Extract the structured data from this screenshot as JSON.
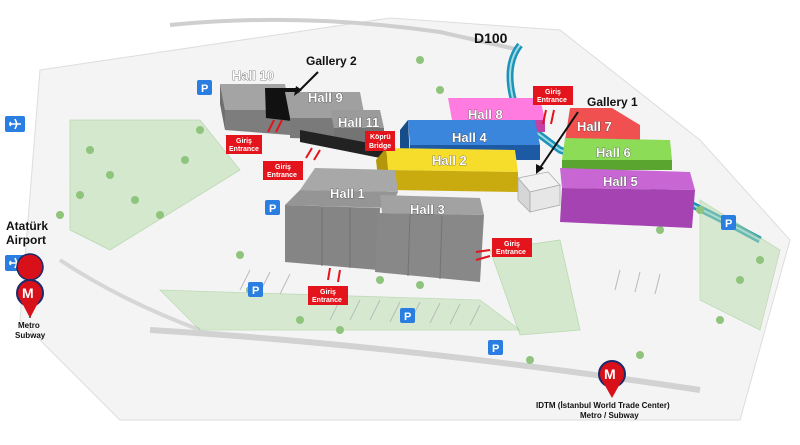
{
  "road": {
    "label": "D100"
  },
  "halls": {
    "hall1": "Hall 1",
    "hall2": "Hall 2",
    "hall3": "Hall 3",
    "hall4": "Hall 4",
    "hall5": "Hall 5",
    "hall6": "Hall 6",
    "hall7": "Hall 7",
    "hall8": "Hall 8",
    "hall9": "Hall 9",
    "hall10": "Hall 10",
    "hall11": "Hall 11"
  },
  "galleries": {
    "gallery1": "Gallery 1",
    "gallery2": "Gallery 2"
  },
  "bridge": {
    "line1": "Köprü",
    "line2": "Bridge"
  },
  "entrance": {
    "tr": "Giriş",
    "en": "Entrance"
  },
  "parking": {
    "symbol": "P"
  },
  "airport": {
    "line1": "Atatürk",
    "line2": "Airport"
  },
  "metro_left": {
    "symbol": "M",
    "line1": "Metro",
    "line2": "Subway"
  },
  "metro_right": {
    "symbol": "M",
    "line1": "IDTM (İstanbul World Trade Center)",
    "line2": "Metro / Subway"
  },
  "colors": {
    "hall_gray": "#8c8c8c",
    "hall2": "#f2d51c",
    "hall4": "#2e74c9",
    "hall5": "#b64fc2",
    "hall6": "#7ed24a",
    "hall7": "#e8323a",
    "hall8": "#f25bc7",
    "entrance_red": "#e3141c",
    "parking_blue": "#2a7de1",
    "metro_red": "#d8101a",
    "metro_navy": "#1b2a6b"
  }
}
